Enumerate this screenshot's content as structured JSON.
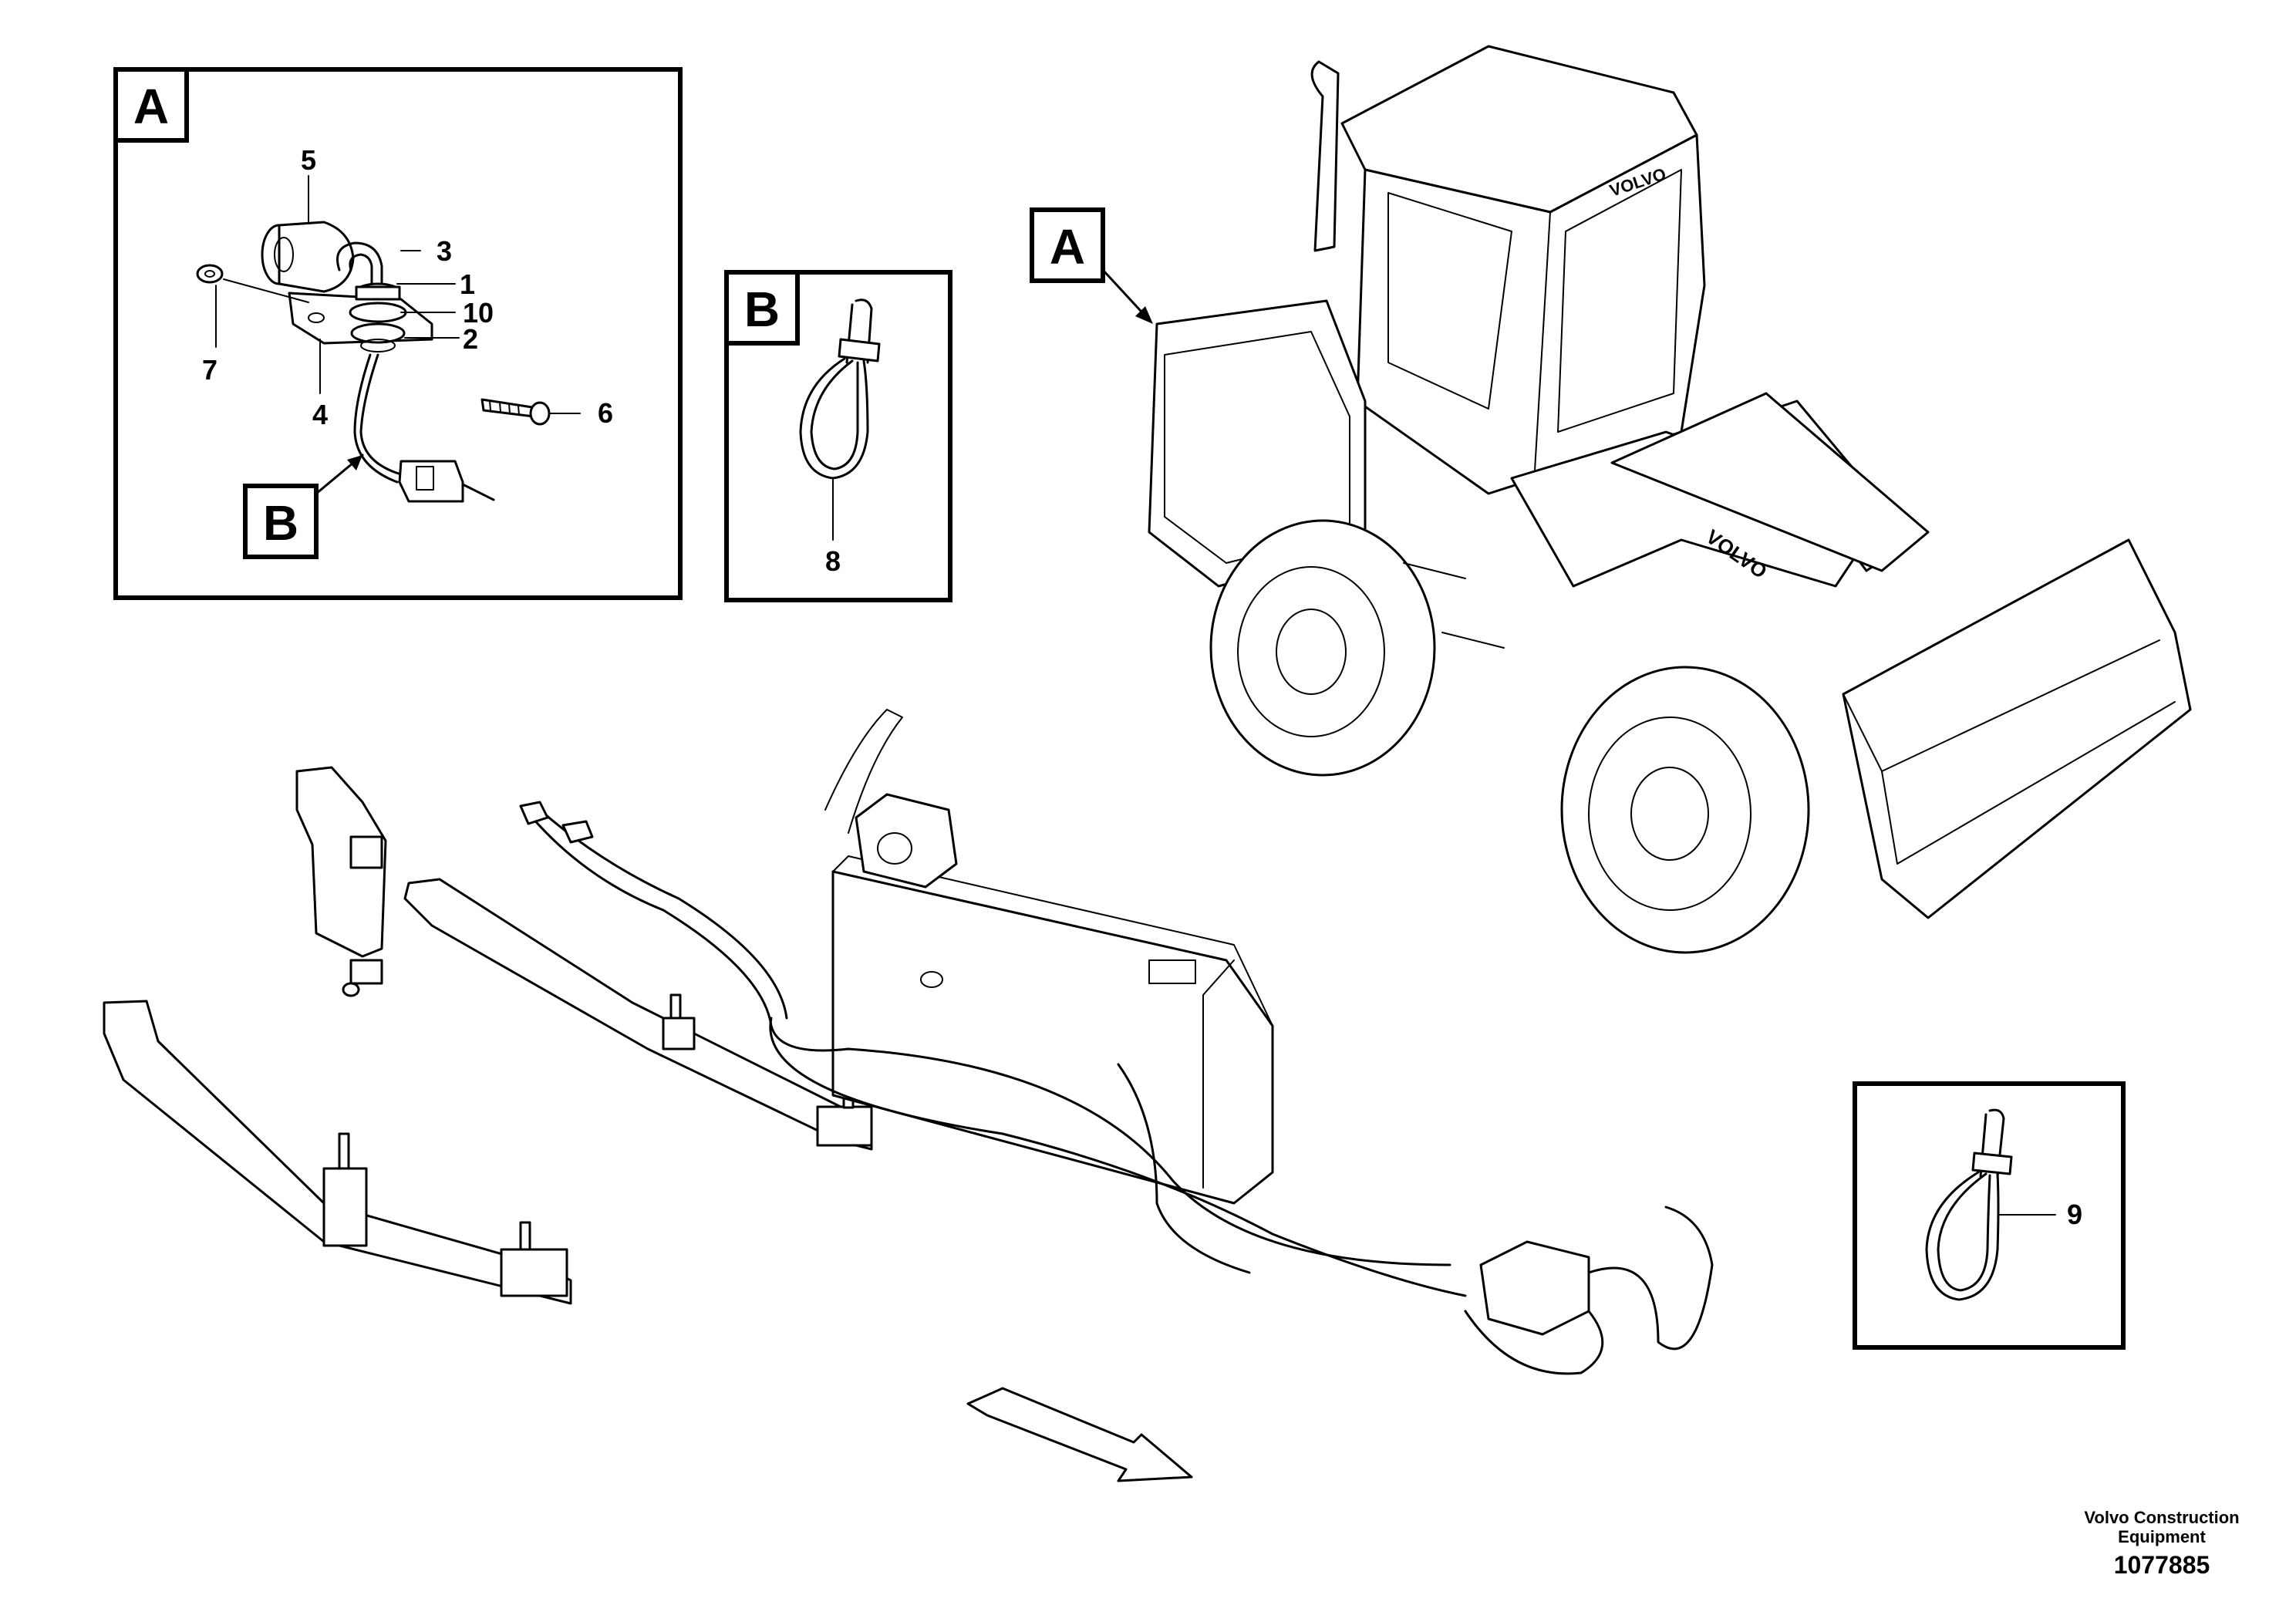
{
  "detail_boxes": {
    "a_box_label": "A",
    "b_box_label": "B",
    "b_label_in_a": "B",
    "nine_box_label": "9"
  },
  "callouts": {
    "c1": "1",
    "c2": "2",
    "c3": "3",
    "c4": "4",
    "c5": "5",
    "c6": "6",
    "c7": "7",
    "c8": "8",
    "c10": "10"
  },
  "machine_marker": "A",
  "footer": {
    "company_line1": "Volvo Construction",
    "company_line2": "Equipment",
    "drawing_number": "1077885"
  }
}
